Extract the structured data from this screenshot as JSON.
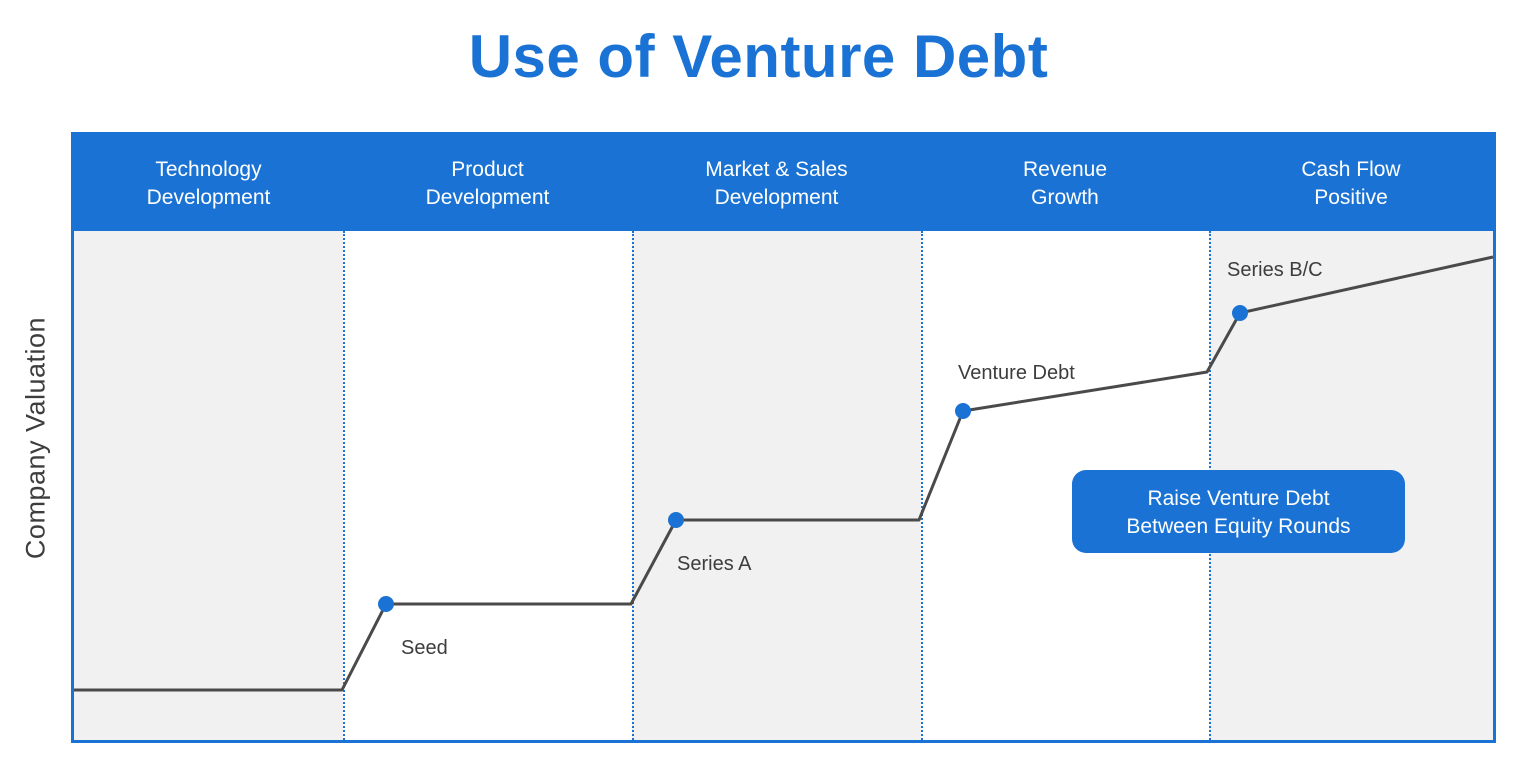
{
  "title": "Use of Venture Debt",
  "y_axis_label": "Company Valuation",
  "stages": [
    {
      "label": "Technology\nDevelopment",
      "shaded": true
    },
    {
      "label": "Product\nDevelopment",
      "shaded": false
    },
    {
      "label": "Market & Sales\nDevelopment",
      "shaded": true
    },
    {
      "label": "Revenue\nGrowth",
      "shaded": false
    },
    {
      "label": "Cash Flow\nPositive",
      "shaded": true
    }
  ],
  "milestones": [
    {
      "label": "Seed",
      "stage": "Product Development"
    },
    {
      "label": "Series A",
      "stage": "Market & Sales Development"
    },
    {
      "label": "Venture Debt",
      "stage": "Revenue Growth"
    },
    {
      "label": "Series B/C",
      "stage": "Cash Flow Positive"
    }
  ],
  "callout": "Raise Venture Debt\nBetween Equity Rounds",
  "colors": {
    "accent": "#1a73d4",
    "shaded_band": "#f1f1f1",
    "line": "#4a4a4a",
    "text": "#3d3d3d",
    "white": "#ffffff"
  }
}
